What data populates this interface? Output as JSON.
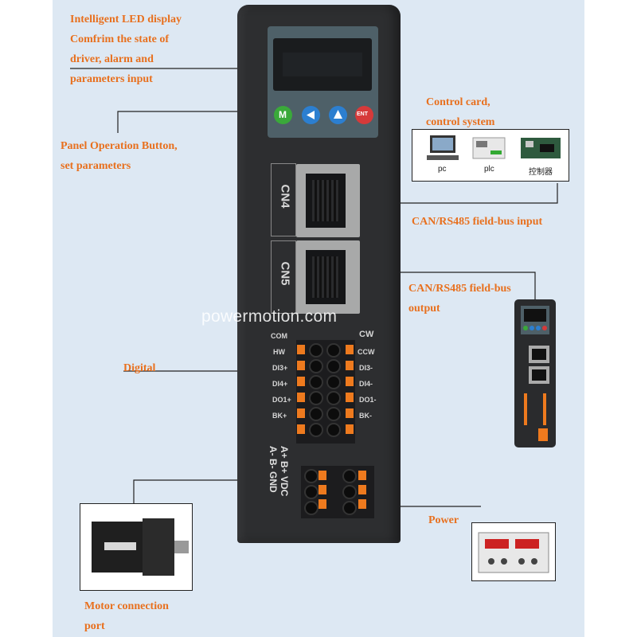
{
  "annotations": {
    "led": [
      "Intelligent LED display",
      "Comfrim the state of",
      "driver, alarm and",
      "parameters input"
    ],
    "panel": [
      "Panel Operation Button,",
      "set parameters"
    ],
    "control": [
      "Control card,",
      "control system"
    ],
    "can_in": "CAN/RS485 field-bus input",
    "can_out": [
      "CAN/RS485 field-bus",
      "output"
    ],
    "digital": "Digital",
    "power": "Power",
    "motor": [
      "Motor connection",
      "port"
    ]
  },
  "devices": {
    "pc": "pc",
    "plc": "plc",
    "controller": "控制器"
  },
  "driver": {
    "buttons": {
      "m": "M",
      "ent": "ENT"
    },
    "ports": {
      "cn4": "CN4",
      "cn5": "CN5"
    },
    "pins_left": [
      "COM",
      "HW",
      "DI3+",
      "DI4+",
      "DO1+",
      "BK+"
    ],
    "pins_right": [
      "CW",
      "CCW",
      "DI3-",
      "DI4-",
      "DO1-",
      "BK-"
    ],
    "motor_pins": "A+ B+ VDC",
    "motor_pins2": "A- B- GND"
  },
  "watermark": "powermotion.com",
  "colors": {
    "accent": "#e8701e",
    "background": "#dde8f3",
    "driver": "#2d2e30",
    "button_green": "#3aa93a",
    "button_blue": "#2c7fd0",
    "button_red": "#d63a3a"
  }
}
